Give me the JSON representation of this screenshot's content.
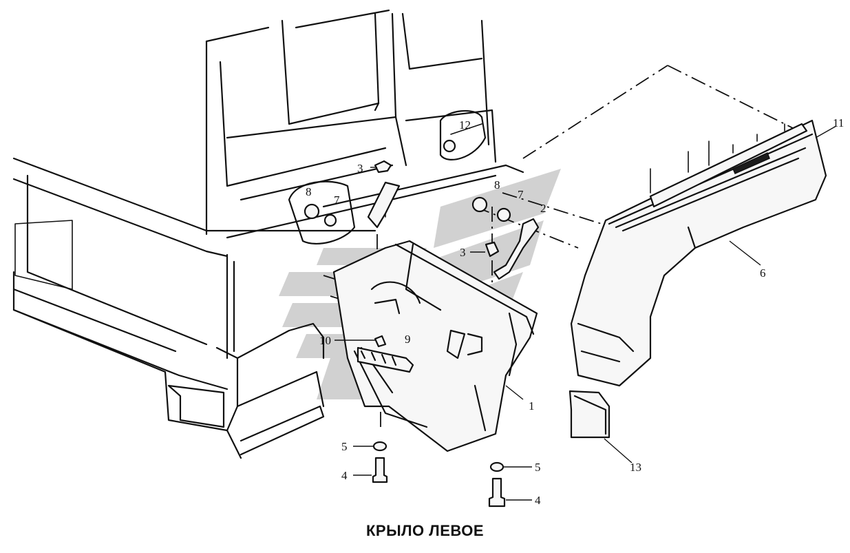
{
  "caption": "КРЫЛО ЛЕВОЕ",
  "callouts": {
    "c1": "1",
    "c2": "2",
    "c3a": "3",
    "c3b": "3",
    "c4a": "4",
    "c4b": "4",
    "c5a": "5",
    "c5b": "5",
    "c6": "6",
    "c7a": "7",
    "c7b": "7",
    "c8a": "8",
    "c8b": "8",
    "c9": "9",
    "c10": "10",
    "c11": "11",
    "c12": "12",
    "c13": "13"
  }
}
